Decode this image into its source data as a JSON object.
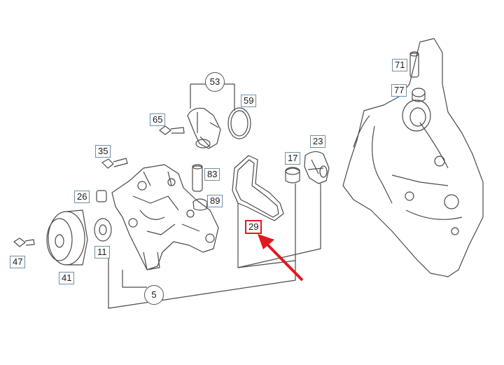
{
  "callouts": {
    "c71": "71",
    "c77": "77",
    "c53": "53",
    "c59": "59",
    "c65": "65",
    "c35": "35",
    "c83": "83",
    "c17": "17",
    "c23": "23",
    "c26": "26",
    "c89": "89",
    "c29": "29",
    "c11": "11",
    "c47": "47",
    "c41": "41",
    "c5": "5"
  },
  "colors": {
    "line": "#4a4a4a",
    "label_border": "#6f8fa8",
    "highlight": "#e2181f"
  }
}
